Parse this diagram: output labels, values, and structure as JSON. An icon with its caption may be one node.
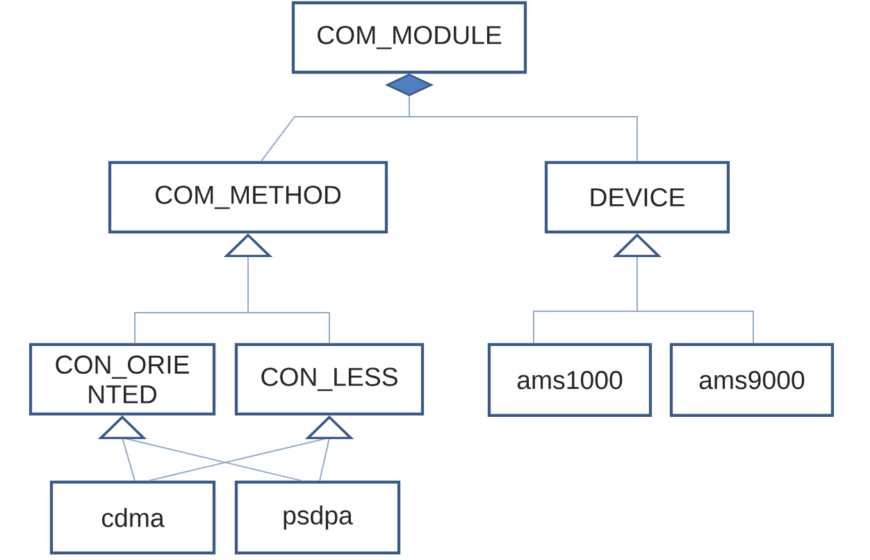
{
  "diagram": {
    "nodes": [
      {
        "text": [
          "COM_MODULE"
        ]
      },
      {
        "text": [
          "COM_METHOD"
        ]
      },
      {
        "text": [
          "DEVICE"
        ]
      },
      {
        "text": [
          "CON_ORIE NTED"
        ]
      },
      {
        "text": [
          "CON_LESS"
        ]
      },
      {
        "text": [
          "ams1000"
        ]
      },
      {
        "text": [
          "ams9000"
        ]
      },
      {
        "text": [
          "cdma"
        ]
      },
      {
        "text": [
          "psdpa"
        ]
      }
    ],
    "edges": [
      {
        "from": 0,
        "to": 1,
        "arrow": "other"
      },
      {
        "from": 0,
        "to": 2,
        "arrow": "other"
      },
      {
        "from": 3,
        "to": 1,
        "arrow": "to"
      },
      {
        "from": 4,
        "to": 1,
        "arrow": "to"
      },
      {
        "from": 5,
        "to": 2,
        "arrow": "to"
      },
      {
        "from": 6,
        "to": 2,
        "arrow": "to"
      },
      {
        "from": 7,
        "to": 3,
        "arrow": "to"
      },
      {
        "from": 7,
        "to": 4,
        "arrow": "to"
      },
      {
        "from": 8,
        "to": 3,
        "arrow": "to"
      },
      {
        "from": 8,
        "to": 4,
        "arrow": "to"
      }
    ]
  }
}
